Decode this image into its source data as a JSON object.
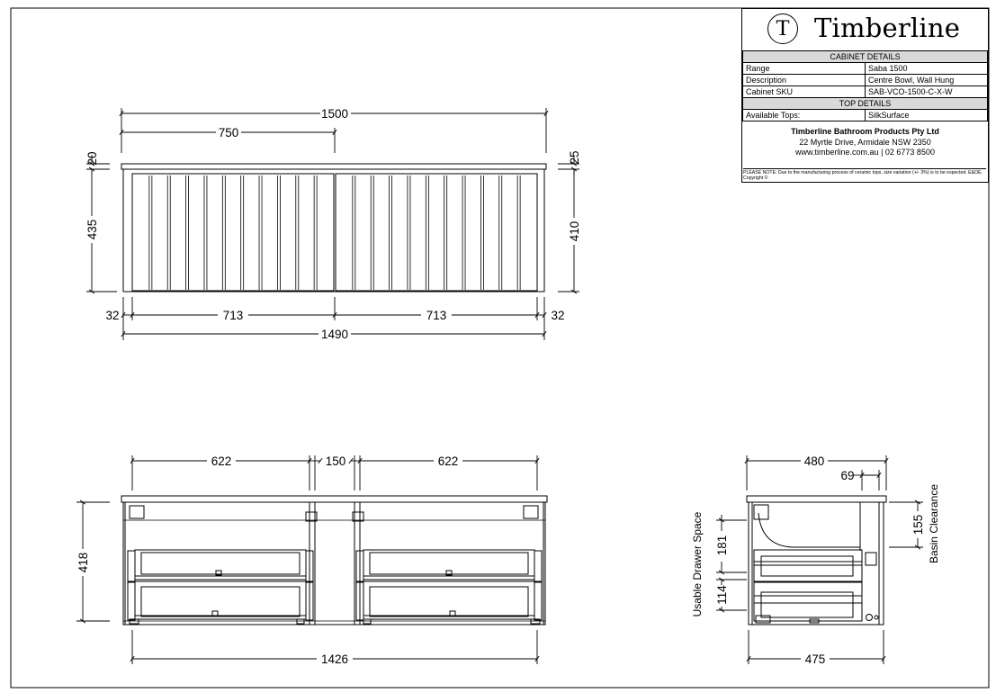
{
  "title_block": {
    "brand_mark": "T",
    "brand_name": "Timberline",
    "cabinet_details_heading": "CABINET DETAILS",
    "rows": [
      {
        "label": "Range",
        "value": "Saba 1500"
      },
      {
        "label": "Description",
        "value": "Centre Bowl, Wall Hung"
      },
      {
        "label": "Cabinet SKU",
        "value": "SAB-VCO-1500-C-X-W"
      }
    ],
    "top_details_heading": "TOP DETAILS",
    "tops": {
      "label": "Available Tops:",
      "value": "SilkSurface"
    },
    "company_name": "Timberline Bathroom Products Pty Ltd",
    "address": "22 Myrtle Drive, Armidale NSW 2350",
    "contact": "www.timberline.com.au  |  02 6773 8500",
    "note": "PLEASE NOTE: Due to the manufacturing process of ceramic tops, size variation (+/- 3%) is to be expected. E&OE. Copyright ©"
  },
  "front_view": {
    "overall_width": "1500",
    "half_width": "750",
    "top_thickness": "20",
    "cabinet_height": "435",
    "right_top_thickness": "25",
    "right_cabinet_height": "410",
    "side_gap_left": "32",
    "door_width_left": "713",
    "door_width_right": "713",
    "side_gap_right": "32",
    "cabinet_width": "1490",
    "panel_slats_per_door": 11
  },
  "inside_view": {
    "left_bay": "622",
    "centre_gap": "150",
    "right_bay": "622",
    "height": "418",
    "inner_width": "1426"
  },
  "side_view": {
    "depth_top": "480",
    "bowl_offset": "69",
    "basin_clearance": "155",
    "basin_clearance_label": "Basin Clearance",
    "upper_drawer": "181",
    "lower_drawer": "114",
    "usable_drawer_label": "Usable Drawer Space",
    "depth_bottom": "475"
  }
}
